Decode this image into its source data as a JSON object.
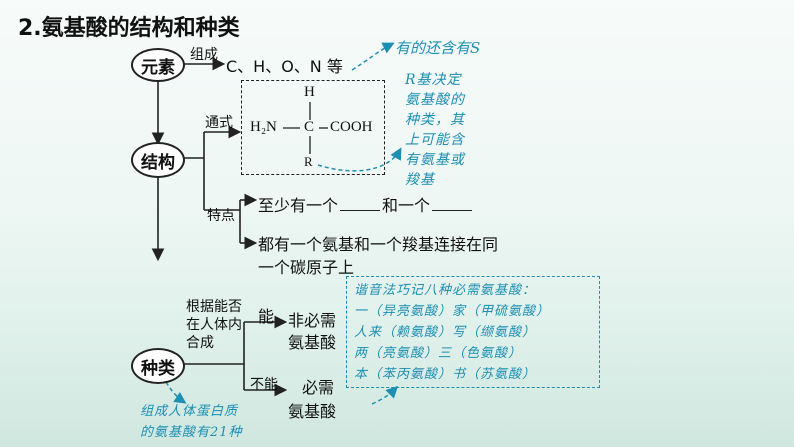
{
  "title": "2.氨基酸的结构和种类",
  "nodes": {
    "element": "元素",
    "structure": "结构",
    "types": "种类"
  },
  "element_branch": {
    "label": "组成",
    "content": "C、H、O、N 等",
    "note": "有的还含有S"
  },
  "formula_branch": {
    "label": "通式",
    "h": "H",
    "h2n": "H₂N",
    "c": "C",
    "cooh": "COOH",
    "r": "R"
  },
  "r_note": [
    "R基决定",
    "氨基酸的",
    "种类，其",
    "上可能含",
    "有氨基或",
    "羧基"
  ],
  "feature_branch": {
    "label": "特点",
    "line1_a": "至少有一个",
    "line1_b": "和一个",
    "line2": "都有一个氨基和一个羧基连接在同",
    "line3": "一个碳原子上"
  },
  "types_branch": {
    "criterion": [
      "根据能否",
      "在人体内",
      "合成"
    ],
    "yes": "能",
    "no": "不能",
    "nonessential": [
      "非必需",
      "氨基酸"
    ],
    "essential_1": "必需",
    "essential_2": "氨基酸"
  },
  "mnemonic": [
    "谐音法巧记八种必需氨基酸：",
    "一（异亮氨酸）家（甲硫氨酸）",
    "人来（赖氨酸）写（缬氨酸）",
    "两（亮氨酸）三（色氨酸）",
    "本（苯丙氨酸）书（苏氨酸）"
  ],
  "bottom_note": [
    "组成人体蛋白质",
    "的氨基酸有21种"
  ],
  "colors": {
    "accent": "#1d8fb3",
    "ink": "#111111"
  }
}
